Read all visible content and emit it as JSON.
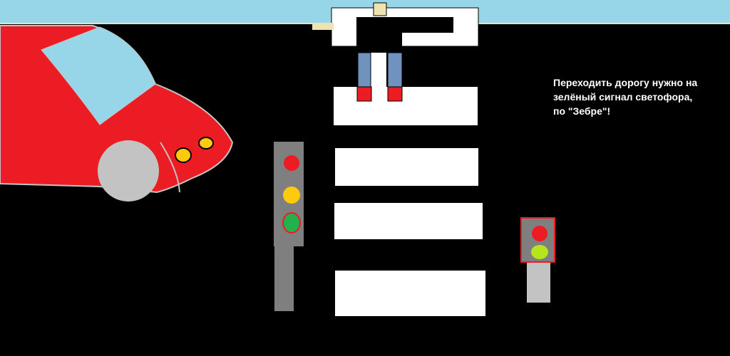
{
  "caption": {
    "lines": [
      "Переходить дорогу нужно на",
      "зелёный сигнал светофора,",
      "по \"Зебре\"!"
    ]
  },
  "colors": {
    "sky": "#97d5e9",
    "road": "#000000",
    "car_body": "#ec1c24",
    "car_window": "#97d5e9",
    "wheel": "#c3c3c3",
    "headlight": "#ffc90e",
    "zebra": "#ffffff",
    "signal_red": "#ec1c24",
    "signal_yellow": "#ffc90e",
    "signal_green": "#22b14c",
    "signal_lime": "#b5e61d",
    "pole": "#7f7f7f",
    "pedestrian_legs": "#7092be"
  },
  "traffic_light_main": {
    "lit": [
      "red",
      "yellow",
      "green"
    ],
    "icon": "traffic-light"
  },
  "traffic_light_pedestrian": {
    "lit": [
      "red",
      "lime"
    ],
    "icon": "pedestrian-signal"
  }
}
